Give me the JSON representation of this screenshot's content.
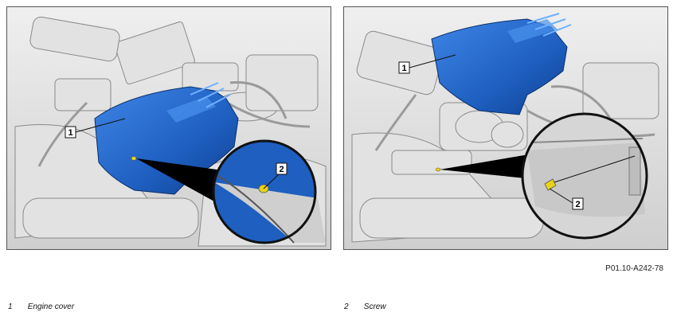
{
  "figure": {
    "reference_code": "P01.10-A242-78",
    "callouts": {
      "one": "1",
      "two": "2"
    }
  },
  "legend": [
    {
      "number": "1",
      "label": "Engine cover"
    },
    {
      "number": "2",
      "label": "Screw"
    }
  ],
  "colors": {
    "cover_blue": "#1e5fc0",
    "screw_yellow": "#e8d21a",
    "engine_grey": "#d9d9d9",
    "line_dark": "#111111"
  }
}
